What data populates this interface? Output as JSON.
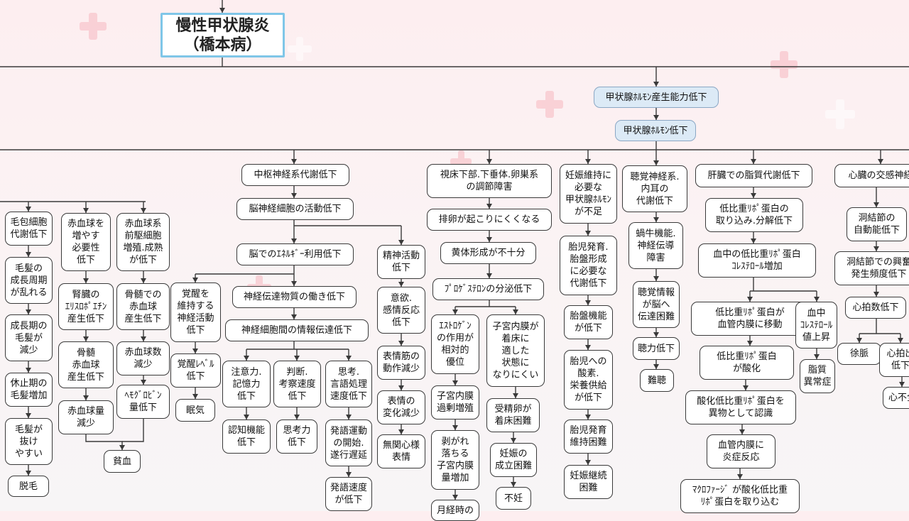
{
  "title": "慢性甲状腺炎\n（橋本病）",
  "nodes": [
    {
      "id": "n1",
      "text": "甲状腺ﾎﾙﾓﾝ産生能力低下"
    },
    {
      "id": "n2",
      "text": "甲状腺ﾎﾙﾓﾝ低下"
    },
    {
      "id": "hair1",
      "text": "毛包細胞\n代謝低下"
    },
    {
      "id": "hair2",
      "text": "毛髪の\n成長周期\nが乱れる"
    },
    {
      "id": "hair3",
      "text": "成長期の\n毛髪が\n減少"
    },
    {
      "id": "hair4",
      "text": "休止期の\n毛髪増加"
    },
    {
      "id": "hair5",
      "text": "毛髪が\n抜け\nやすい"
    },
    {
      "id": "hair6",
      "text": "脱毛"
    },
    {
      "id": "rbc1",
      "text": "赤血球を\n増やす\n必要性\n低下"
    },
    {
      "id": "rbc2",
      "text": "腎臓の\nｴﾘｽﾛﾎﾟｴﾁﾝ\n産生低下"
    },
    {
      "id": "rbc3",
      "text": "骨髄\n赤血球\n産生低下"
    },
    {
      "id": "rbc4",
      "text": "赤血球量\n減少"
    },
    {
      "id": "ery1",
      "text": "赤血球系\n前駆細胞\n増殖.成熟\nが低下"
    },
    {
      "id": "ery2",
      "text": "骨髄での\n赤血球\n産生低下"
    },
    {
      "id": "ery3",
      "text": "赤血球数\n減少"
    },
    {
      "id": "ery4",
      "text": "ﾍﾓｸﾞﾛﾋﾞﾝ\n量低下"
    },
    {
      "id": "anemia",
      "text": "貧血"
    },
    {
      "id": "cns",
      "text": "中枢神経系代謝低下"
    },
    {
      "id": "cns2",
      "text": "脳神経細胞の活動低下"
    },
    {
      "id": "cns3",
      "text": "脳でのｴﾈﾙｷﾞｰ利用低下"
    },
    {
      "id": "aw1",
      "text": "覚醒を\n維持する\n神経活動\n低下"
    },
    {
      "id": "aw2",
      "text": "覚醒ﾚﾍﾞﾙ\n低下"
    },
    {
      "id": "aw3",
      "text": "眠気"
    },
    {
      "id": "nt1",
      "text": "神経伝達物質の働き低下"
    },
    {
      "id": "nt2",
      "text": "神経細胞間の情報伝達低下"
    },
    {
      "id": "att1",
      "text": "注意力.\n記憶力\n低下"
    },
    {
      "id": "att2",
      "text": "認知機能\n低下"
    },
    {
      "id": "jud1",
      "text": "判断.\n考察速度\n低下"
    },
    {
      "id": "jud2",
      "text": "思考力\n低下"
    },
    {
      "id": "th1",
      "text": "思考.\n言語処理\n速度低下"
    },
    {
      "id": "th2",
      "text": "発語運動\nの開始.\n遂行遅延"
    },
    {
      "id": "th3",
      "text": "発語速度\nが低下"
    },
    {
      "id": "men1",
      "text": "精神活動\n低下"
    },
    {
      "id": "men2",
      "text": "意欲.\n感情反応\n低下"
    },
    {
      "id": "men3",
      "text": "表情筋の\n動作減少"
    },
    {
      "id": "men4",
      "text": "表情の\n変化減少"
    },
    {
      "id": "men5",
      "text": "無関心様\n表情"
    },
    {
      "id": "hp1",
      "text": "視床下部.下垂体.卵巣系\nの調節障害"
    },
    {
      "id": "hp2",
      "text": "排卵が起こりにくくなる"
    },
    {
      "id": "hp3",
      "text": "黄体形成が不十分"
    },
    {
      "id": "hp4",
      "text": "ﾌﾟﾛｹﾞｽﾃﾛﾝの分泌低下"
    },
    {
      "id": "es1",
      "text": "ｴｽﾄﾛｹﾞﾝ\nの作用が\n相対的\n優位"
    },
    {
      "id": "es2",
      "text": "子宮内膜\n過剰増殖"
    },
    {
      "id": "es3",
      "text": "剥がれ\n落ちる\n子宮内膜\n量増加"
    },
    {
      "id": "es4",
      "text": "月経時の"
    },
    {
      "id": "ut1",
      "text": "子宮内膜が\n着床に\n適した\n状態に\nなりにくい"
    },
    {
      "id": "ut2",
      "text": "受精卵が\n着床困難"
    },
    {
      "id": "ut3",
      "text": "妊娠の\n成立困難"
    },
    {
      "id": "ut4",
      "text": "不妊"
    },
    {
      "id": "pr1",
      "text": "妊娠維持に\n必要な\n甲状腺ﾎﾙﾓﾝ\nが不足"
    },
    {
      "id": "pr2",
      "text": "胎児発育.\n胎盤形成\nに必要な\n代謝低下"
    },
    {
      "id": "pr3",
      "text": "胎盤機能\nが低下"
    },
    {
      "id": "pr4",
      "text": "胎児への\n酸素.\n栄養供給\nが低下"
    },
    {
      "id": "pr5",
      "text": "胎児発育\n維持困難"
    },
    {
      "id": "pr6",
      "text": "妊娠継続\n困難"
    },
    {
      "id": "ear1",
      "text": "聴覚神経系.\n内耳の\n代謝低下"
    },
    {
      "id": "ear2",
      "text": "蝸牛機能.\n神経伝導\n障害"
    },
    {
      "id": "ear3",
      "text": "聴覚情報\nが脳へ\n伝達困難"
    },
    {
      "id": "ear4",
      "text": "聴力低下"
    },
    {
      "id": "ear5",
      "text": "難聴"
    },
    {
      "id": "li1",
      "text": "肝臓での脂質代謝低下"
    },
    {
      "id": "li2",
      "text": "低比重ﾘﾎﾟ蛋白の\n取り込み.分解低下"
    },
    {
      "id": "li3",
      "text": "血中の低比重ﾘﾎﾟ蛋白\nｺﾚｽﾃﾛｰﾙ増加"
    },
    {
      "id": "li4",
      "text": "低比重ﾘﾎﾟ蛋白が\n血管内膜に移動"
    },
    {
      "id": "li5",
      "text": "低比重ﾘﾎﾟ蛋白\nが酸化"
    },
    {
      "id": "li6",
      "text": "酸化低比重ﾘﾎﾟ蛋白を\n異物として認識"
    },
    {
      "id": "li7",
      "text": "血管内膜に\n炎症反応"
    },
    {
      "id": "li8",
      "text": "ﾏｸﾛﾌｧｰｼﾞ が酸化低比重\nﾘﾎﾟ蛋白を取り込む"
    },
    {
      "id": "ch1",
      "text": "血中\nｺﾚｽﾃﾛｰﾙ\n値上昇"
    },
    {
      "id": "ch2",
      "text": "脂質\n異常症"
    },
    {
      "id": "ht1",
      "text": "心臓の交感神経"
    },
    {
      "id": "ht2",
      "text": "洞結節の\n自動能低下"
    },
    {
      "id": "ht3",
      "text": "洞結節での興奮\n発生頻度低下"
    },
    {
      "id": "ht4",
      "text": "心拍数低下"
    },
    {
      "id": "ht5",
      "text": "徐脈"
    },
    {
      "id": "ht6",
      "text": "心拍出\n低下"
    },
    {
      "id": "ht7",
      "text": "心不全"
    }
  ]
}
